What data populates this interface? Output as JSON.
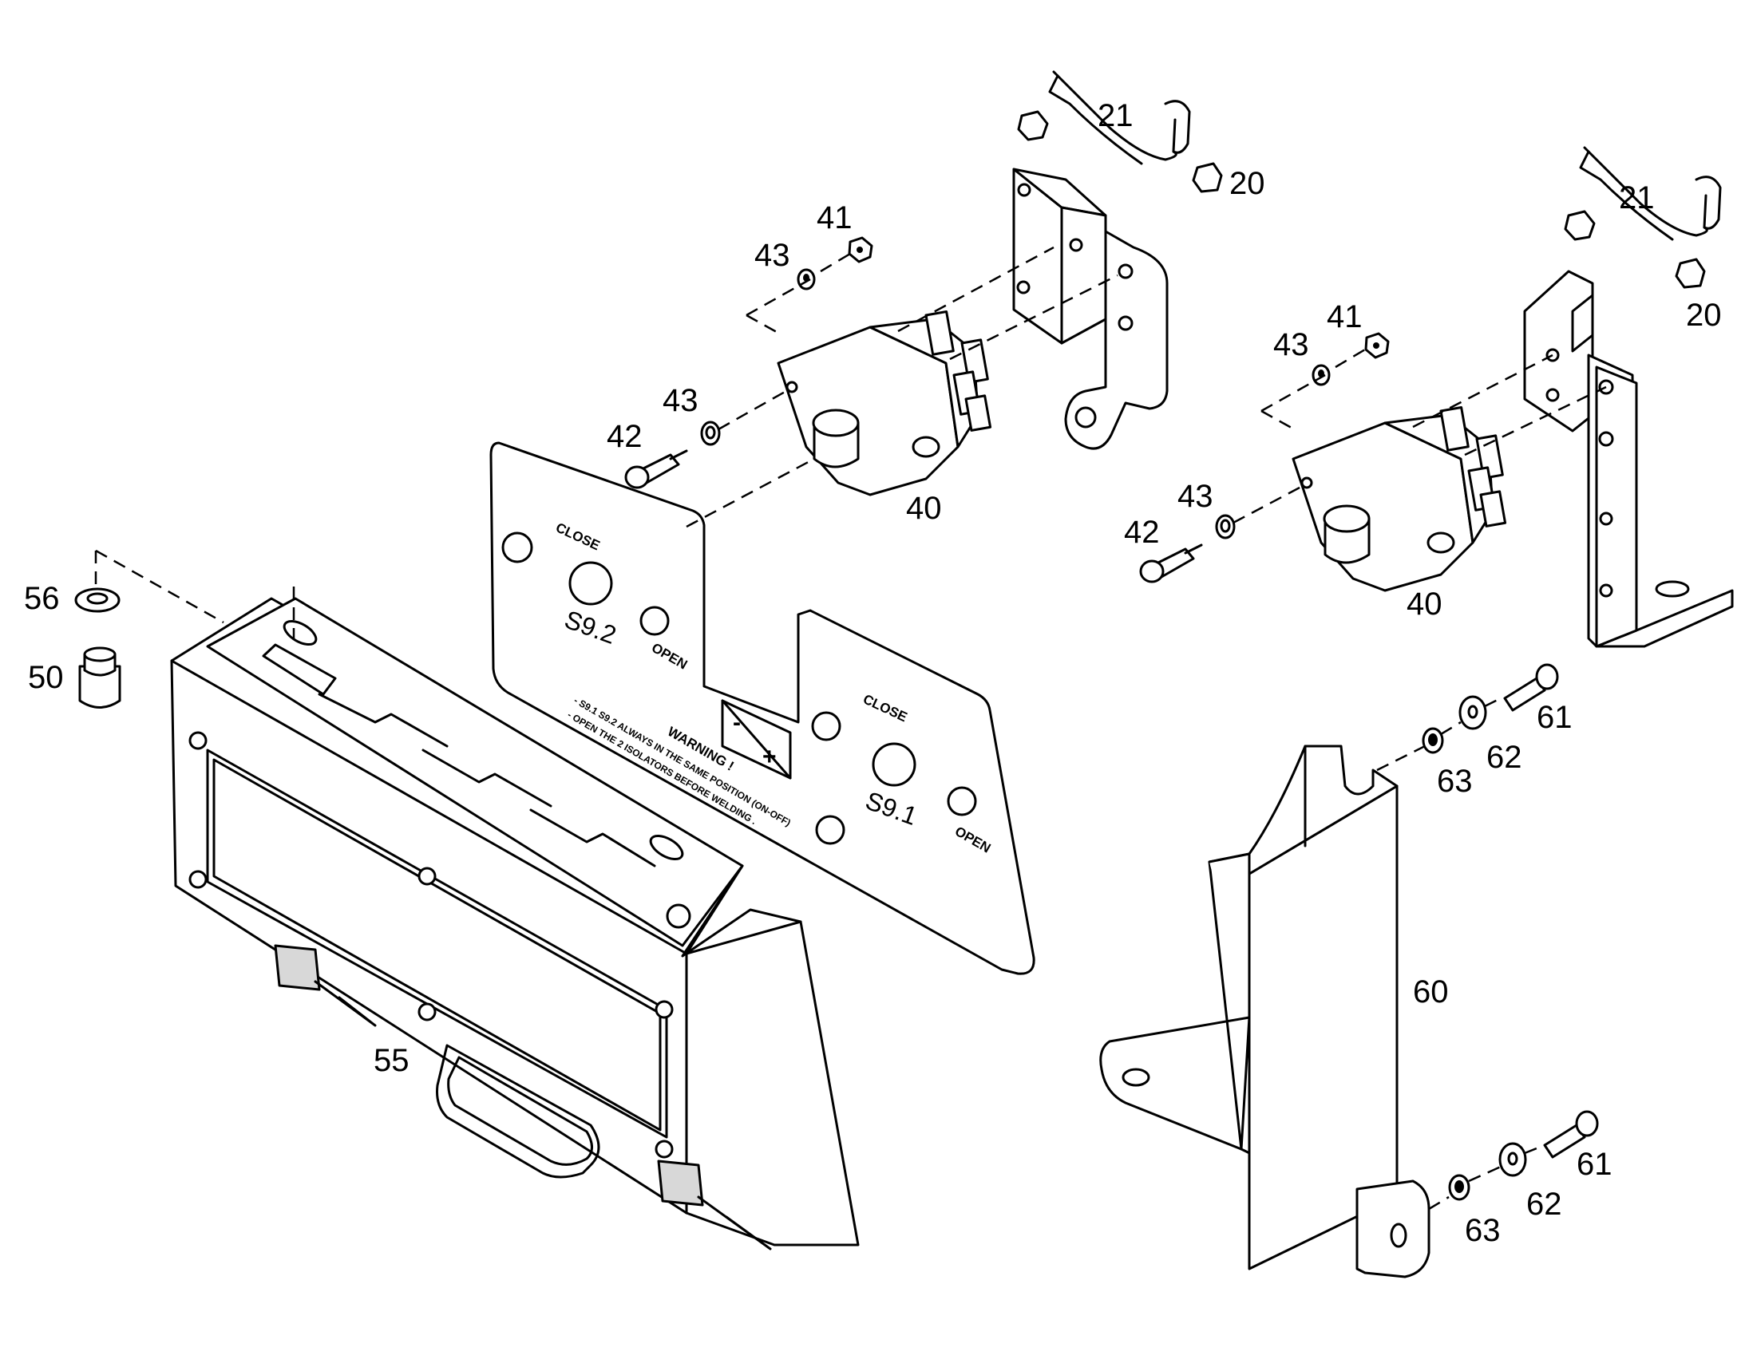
{
  "diagram": {
    "callouts": {
      "c21a": "21",
      "c20a": "20",
      "c41a": "41",
      "c43a": "43",
      "c43b": "43",
      "c42a": "42",
      "c40a": "40",
      "c21b": "21",
      "c20b": "20",
      "c41b": "41",
      "c43c": "43",
      "c43d": "43",
      "c42b": "42",
      "c40b": "40",
      "c56": "56",
      "c50": "50",
      "c55": "55",
      "c60": "60",
      "c61a": "61",
      "c62a": "62",
      "c63a": "63",
      "c61b": "61",
      "c62b": "62",
      "c63b": "63"
    },
    "plate": {
      "close_a": "CLOSE",
      "open_a": "OPEN",
      "label_a": "S9.2",
      "close_b": "CLOSE",
      "open_b": "OPEN",
      "label_b": "S9.1",
      "warning": "WARNING !",
      "line1": "- S9.1 S9.2 ALWAYS IN THE SAME POSITION (ON-OFF)",
      "line2": "- OPEN THE 2 ISOLATORS BEFORE WELDING .",
      "minus": "-",
      "plus": "+"
    }
  }
}
